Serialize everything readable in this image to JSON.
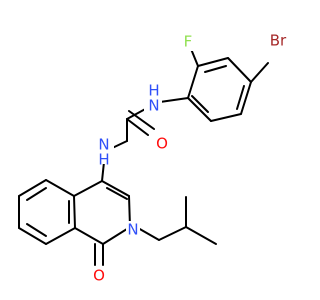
{
  "molecule": {
    "colors": {
      "bond": "#000000",
      "nitrogen": "#3050f8",
      "oxygen": "#ff0d0d",
      "bromine": "#a62929",
      "fluorine": "#90e050"
    },
    "labels": {
      "br": "Br",
      "f": "F",
      "nh_top": "H",
      "n_top": "N",
      "o_urea": "O",
      "n_mid": "N",
      "nh_mid": "H",
      "n_ring": "N",
      "o_ring": "O"
    }
  }
}
